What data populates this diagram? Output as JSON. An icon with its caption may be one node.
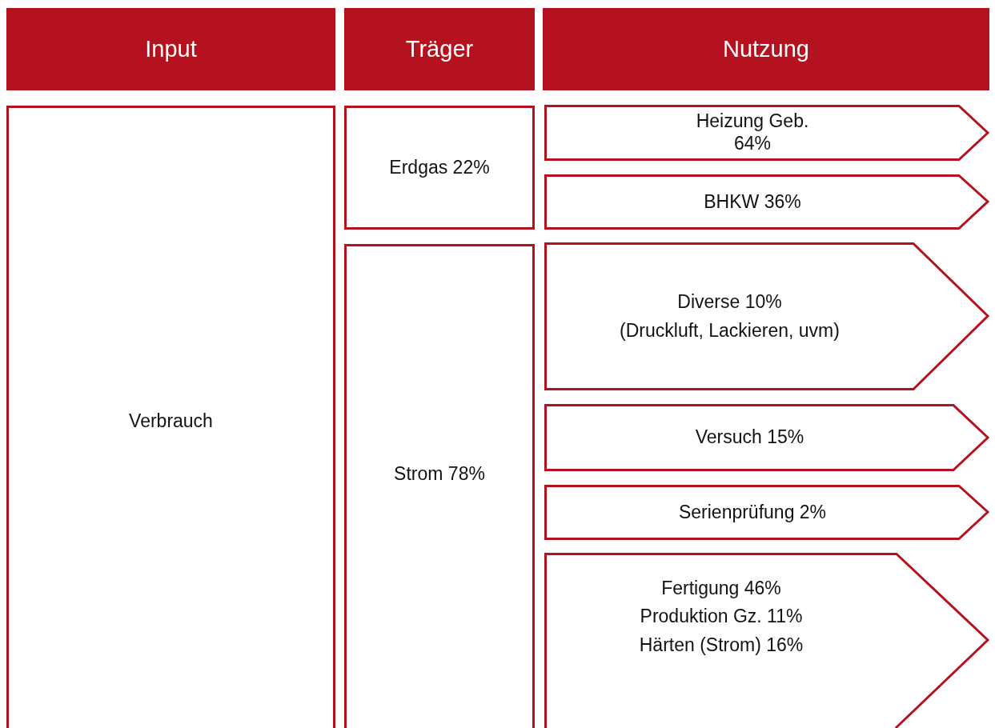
{
  "diagram": {
    "nodes": [
      {
        "text": [
          "Input"
        ]
      },
      {
        "text": [
          "Träger"
        ]
      },
      {
        "text": [
          "Nutzung"
        ]
      },
      {
        "text": [
          "Verbrauch"
        ]
      },
      {
        "text": [
          "Erdgas 22%"
        ]
      },
      {
        "text": [
          "Strom 78%"
        ]
      },
      {
        "text": [
          "Heizung Geb. 64%"
        ]
      },
      {
        "text": [
          "BHKW 36%"
        ]
      },
      {
        "text": [
          "Diverse 10%",
          "(Druckluft, Lackieren, uvm)"
        ]
      },
      {
        "text": [
          "Versuch 15%"
        ]
      },
      {
        "text": [
          "Serienprüfung 2%"
        ]
      },
      {
        "text": [
          "Fertigung 46%",
          "Produktion Gz. 11%",
          "Härten (Strom) 16%"
        ]
      }
    ]
  }
}
